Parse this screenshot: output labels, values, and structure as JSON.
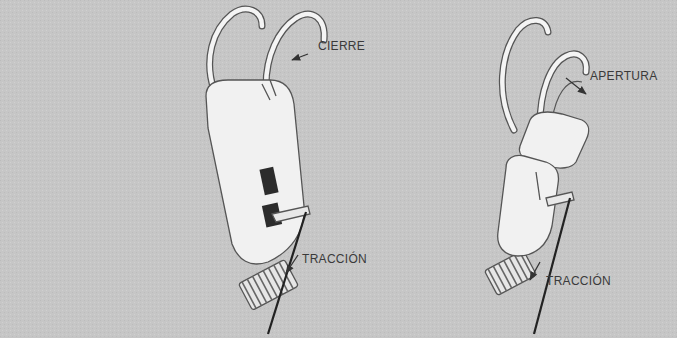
{
  "diagram": {
    "labels": [
      "CIERRE",
      "APERTURA",
      "TRACCIÓN",
      "TRACCIÓN"
    ]
  }
}
